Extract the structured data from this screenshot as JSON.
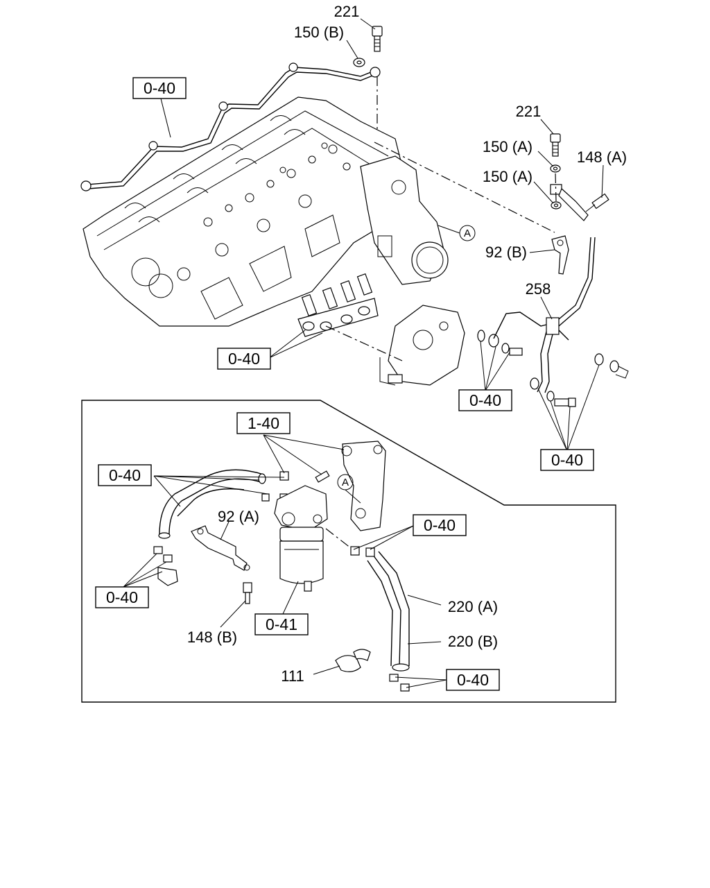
{
  "labels": {
    "l221_top": "221",
    "l150b": "150 (B)",
    "l221_right": "221",
    "l150a_1": "150 (A)",
    "l150a_2": "150 (A)",
    "l148a": "148 (A)",
    "l92b": "92 (B)",
    "l258": "258",
    "l92a": "92 (A)",
    "l148b": "148 (B)",
    "l220a": "220 (A)",
    "l220b": "220 (B)",
    "l111": "111"
  },
  "refs": {
    "r040_head": "0-40",
    "r040_injectors": "0-40",
    "r040_pump": "0-40",
    "r040_tee": "0-40",
    "r140": "1-40",
    "r040_hoses_left": "0-40",
    "r040_clips_left": "0-40",
    "r041_filter": "0-41",
    "r040_hoses_right": "0-40",
    "r040_bottom": "0-40"
  },
  "callouts": {
    "a_upper": "A",
    "a_lower": "A"
  }
}
